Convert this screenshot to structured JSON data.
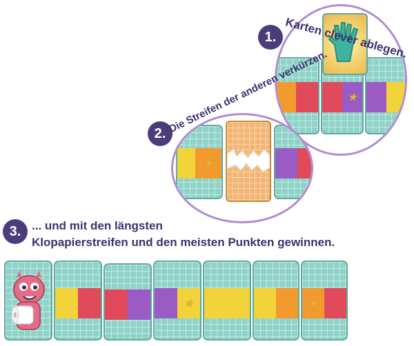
{
  "steps": [
    {
      "number": "1.",
      "text": "Karten clever ablegen."
    },
    {
      "number": "2.",
      "text": "Die Streifen der anderen verkürzen."
    },
    {
      "number": "3.",
      "line1": "... und mit den längsten",
      "line2": "Klopapierstreifen und den meisten Punkten gewinnen."
    }
  ],
  "colors": {
    "accent_purple": "#4a3d7a",
    "card_teal": "#8fd3c8",
    "yellow": "#f2d43a",
    "red": "#e04a5a",
    "purple": "#9b5bc4",
    "orange": "#f39a2e",
    "circle_border": "#b08bd1"
  },
  "icons": [
    "hand-icon",
    "tear-icon",
    "star-icon",
    "monster-character"
  ]
}
